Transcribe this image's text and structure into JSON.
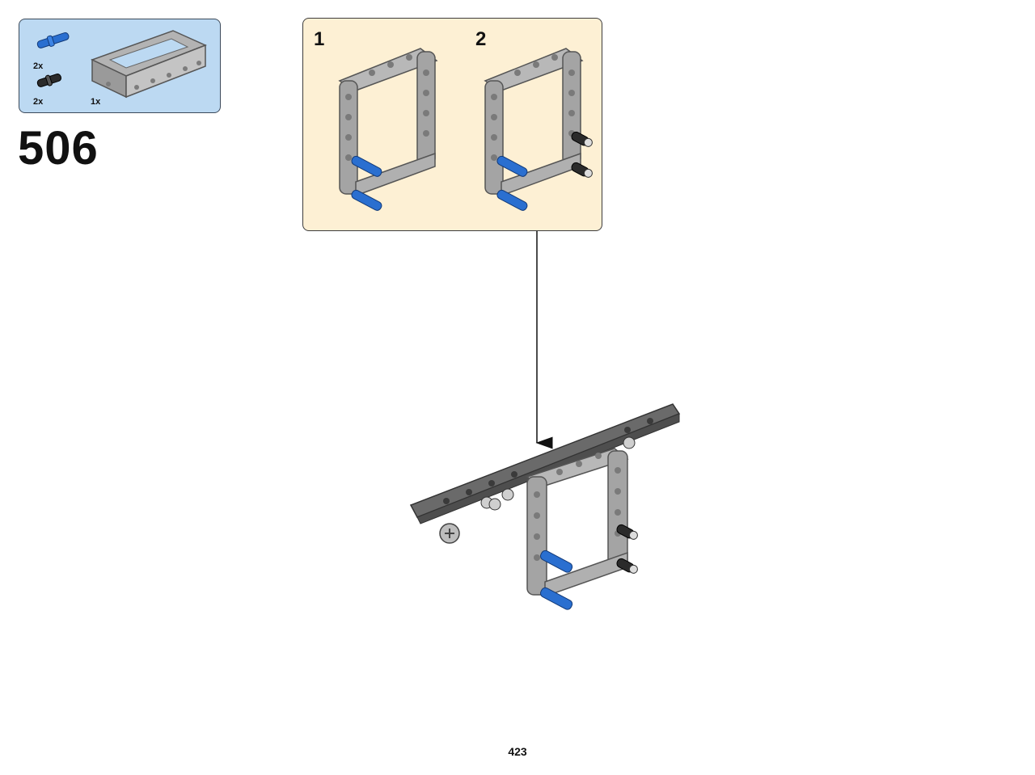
{
  "parts_list": {
    "items": [
      {
        "part": "blue-axle-pin",
        "quantity": "2x"
      },
      {
        "part": "black-friction-pin",
        "quantity": "2x"
      },
      {
        "part": "grey-5x7-frame",
        "quantity": "1x"
      }
    ]
  },
  "step": {
    "number": "506",
    "substeps": [
      {
        "label": "1"
      },
      {
        "label": "2"
      }
    ]
  },
  "page": {
    "number": "423"
  },
  "colors": {
    "parts_box_bg": "#bcd9f2",
    "substep_box_bg": "#fdf0d4",
    "frame_grey": "#a8a8a8",
    "pin_blue": "#2266c8",
    "beam_dark": "#5a5a5a"
  }
}
